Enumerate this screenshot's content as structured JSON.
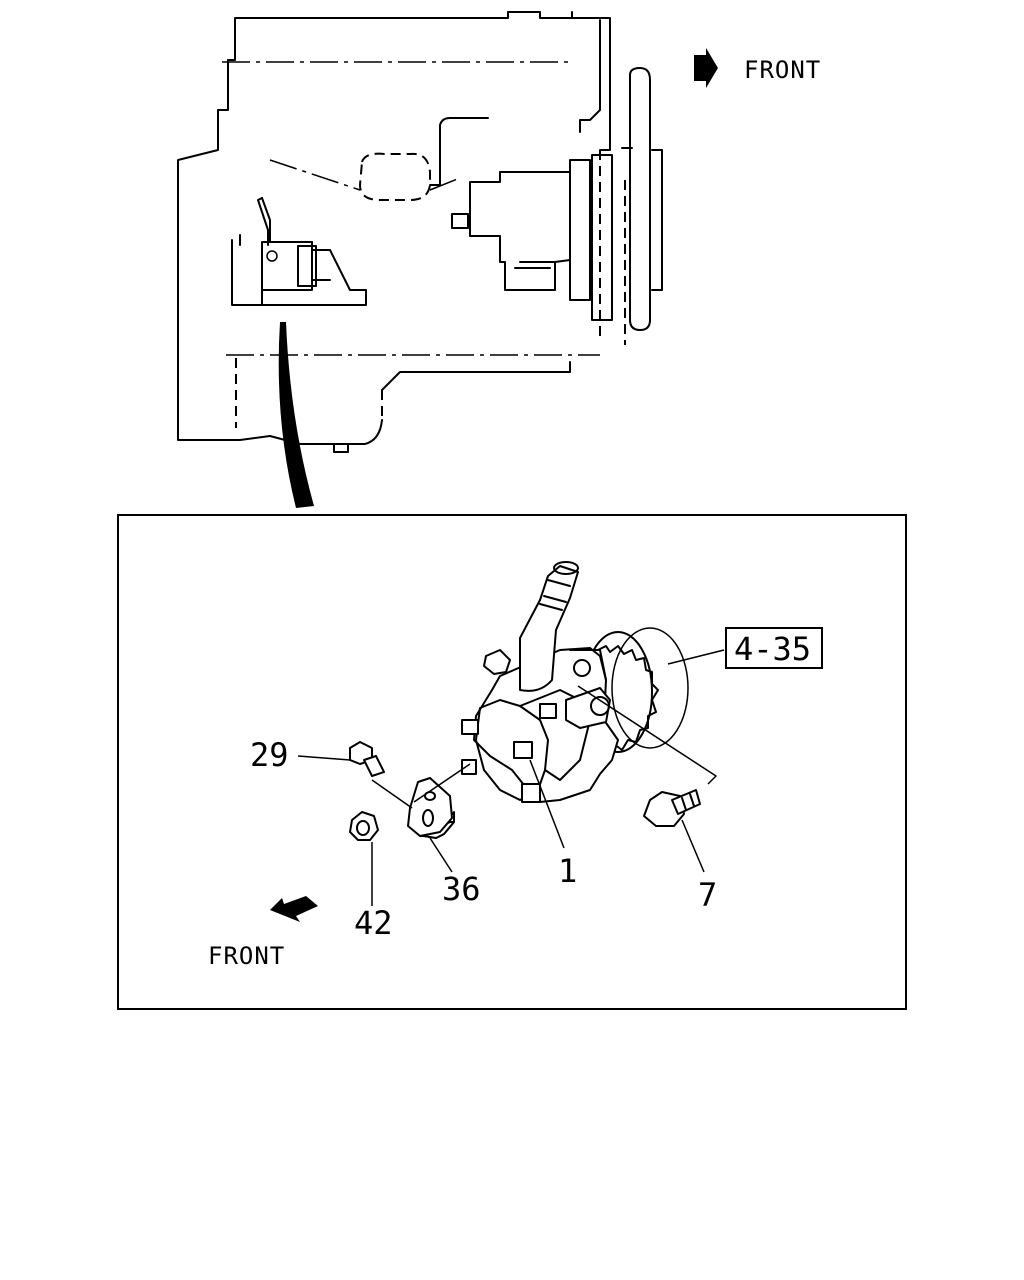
{
  "engine_view": {
    "front_label": "FRONT"
  },
  "detail_view": {
    "front_label": "FRONT",
    "callouts": {
      "ref_box": "4-35",
      "bolt_29": "29",
      "nut_42": "42",
      "bracket_36": "36",
      "pump_1": "1",
      "bolt_7": "7"
    }
  }
}
